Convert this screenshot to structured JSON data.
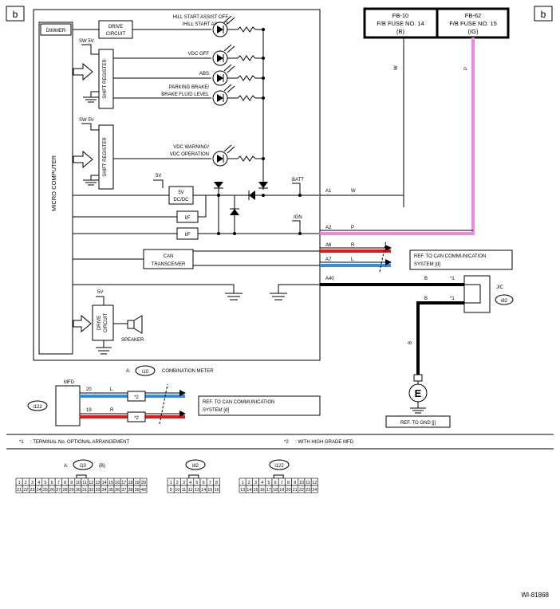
{
  "page_markers": {
    "left": "b",
    "right": "b"
  },
  "fuses": [
    {
      "code": "FB-10",
      "name": "F/B FUSE NO. 14",
      "circuit": "(B)",
      "wire": "W"
    },
    {
      "code": "FB-62",
      "name": "F/B FUSE NO. 15",
      "circuit": "(IG)",
      "wire": "P"
    }
  ],
  "meter": {
    "dimmer": "DIMMER",
    "drive_circuit_top": [
      "DRIVE",
      "CIRCUIT"
    ],
    "drive_circuit_bottom": [
      "DRIVE",
      "CIRCUIT"
    ],
    "shift_register": "SHIFT REGISTER",
    "sw5v": "SW 5V",
    "micro_computer": "MICRO COMPUTER",
    "dcdc": [
      "5V",
      "DC/DC"
    ],
    "v5": "5V",
    "if_label": "I/F",
    "can_transceiver": [
      "CAN",
      "TRANSCEIVER"
    ],
    "speaker": "SPEAKER",
    "batt": "BATT",
    "ign": "IGN",
    "indicators": [
      [
        "HILL START ASSIST OFF",
        "/HILL START ASSIST"
      ],
      [
        "VDC OFF"
      ],
      [
        "ABS"
      ],
      [
        "PARKING BRAKE/",
        "BRAKE FLUID LEVEL"
      ],
      [
        "VDC WARNING/",
        "VDC OPERATION"
      ]
    ]
  },
  "terminals": [
    {
      "pin": "A1",
      "wire": "W"
    },
    {
      "pin": "A2",
      "wire": "P"
    },
    {
      "pin": "A6",
      "wire": "R"
    },
    {
      "pin": "A7",
      "wire": "L"
    },
    {
      "pin": "A40",
      "wire": "B"
    }
  ],
  "can_ref": [
    "REF. TO CAN COMMUNICATION",
    "SYSTEM [d]"
  ],
  "star1": "*1",
  "star2": "*2",
  "jc": {
    "label": "J/C",
    "code": "i82"
  },
  "ground": {
    "wire": "B",
    "symbol": "E",
    "ref": "REF. TO GND [j]"
  },
  "combination_meter": {
    "prefix": "A:",
    "code": "i10",
    "name": "COMBINATION METER"
  },
  "mfd": {
    "label": "MFD",
    "code": "i122",
    "pins": [
      {
        "pin": "20",
        "wire": "L"
      },
      {
        "pin": "19",
        "wire": "R"
      }
    ]
  },
  "notes": [
    {
      "mark": "*1",
      "text": ": TERMINAL No. OPTIONAL ARRANGEMENT"
    },
    {
      "mark": "*2",
      "text": ": WITH HIGH GRADE MFD"
    }
  ],
  "connectors": [
    {
      "prefix": "A:",
      "code": "i10",
      "suffix": "(B)",
      "row1": [
        "1",
        "2",
        "3",
        "4",
        "5",
        "6",
        "7",
        "8",
        "9",
        "10",
        "11",
        "12",
        "13",
        "14",
        "15",
        "16",
        "17",
        "18",
        "19",
        "20"
      ],
      "row2": [
        "21",
        "22",
        "23",
        "24",
        "25",
        "26",
        "27",
        "28",
        "29",
        "30",
        "31",
        "32",
        "33",
        "34",
        "35",
        "36",
        "37",
        "38",
        "39",
        "40"
      ]
    },
    {
      "prefix": "",
      "code": "i82",
      "suffix": "",
      "row1": [
        "1",
        "2",
        "3",
        "4",
        "5",
        "6",
        "7",
        "8"
      ],
      "row2": [
        "9",
        "10",
        "11",
        "12",
        "13",
        "14",
        "15",
        "16"
      ]
    },
    {
      "prefix": "",
      "code": "i122",
      "suffix": "",
      "row1": [
        "1",
        "2",
        "3",
        "4",
        "5",
        "6",
        "7",
        "8",
        "9",
        "10",
        "11",
        "12"
      ],
      "row2": [
        "13",
        "14",
        "15",
        "16",
        "17",
        "18",
        "19",
        "20",
        "21",
        "22",
        "23",
        "24"
      ]
    }
  ],
  "diagram_id": "WI-81868",
  "colors": {
    "white_wire": "#000000",
    "pink_wire": "#ee88dd",
    "red_wire": "#ee1111",
    "blue_wire": "#2e8fdf",
    "black_wire": "#000000"
  }
}
